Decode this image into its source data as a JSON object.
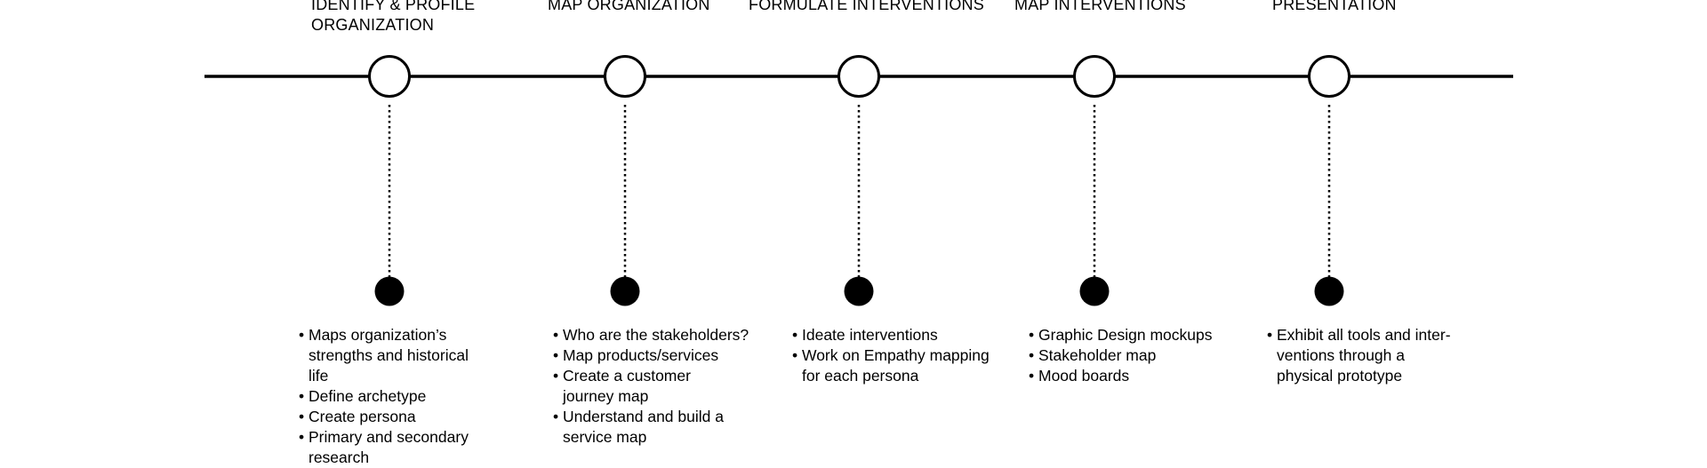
{
  "stages": [
    {
      "title_lines": [
        "IDENTIFY & PROFILE",
        "ORGANIZATION"
      ],
      "bullets": [
        [
          "Maps organization’s",
          "strengths and historical",
          "life"
        ],
        [
          "Define archetype"
        ],
        [
          "Create persona"
        ],
        [
          "Primary and secondary",
          "research"
        ]
      ]
    },
    {
      "title_lines": [
        "MAP ORGANIZATION"
      ],
      "bullets": [
        [
          "Who are the stakeholders?"
        ],
        [
          "Map products/services"
        ],
        [
          "Create a customer",
          "journey map"
        ],
        [
          "Understand and build a",
          "service map"
        ]
      ]
    },
    {
      "title_lines": [
        "FORMULATE INTERVENTIONS"
      ],
      "bullets": [
        [
          "Ideate interventions"
        ],
        [
          "Work on Empathy mapping",
          "for each persona"
        ]
      ]
    },
    {
      "title_lines": [
        "MAP INTERVENTIONS"
      ],
      "bullets": [
        [
          "Graphic Design mockups"
        ],
        [
          "Stakeholder map"
        ],
        [
          "Mood boards"
        ]
      ]
    },
    {
      "title_lines": [
        "PRESENTATION"
      ],
      "bullets": [
        [
          "Exhibit all tools and inter-",
          "ventions through a",
          "physical prototype"
        ]
      ]
    }
  ],
  "colors": {
    "line": "#000000",
    "node_fill": "#ffffff",
    "dot_fill": "#000000",
    "text": "#000000"
  }
}
